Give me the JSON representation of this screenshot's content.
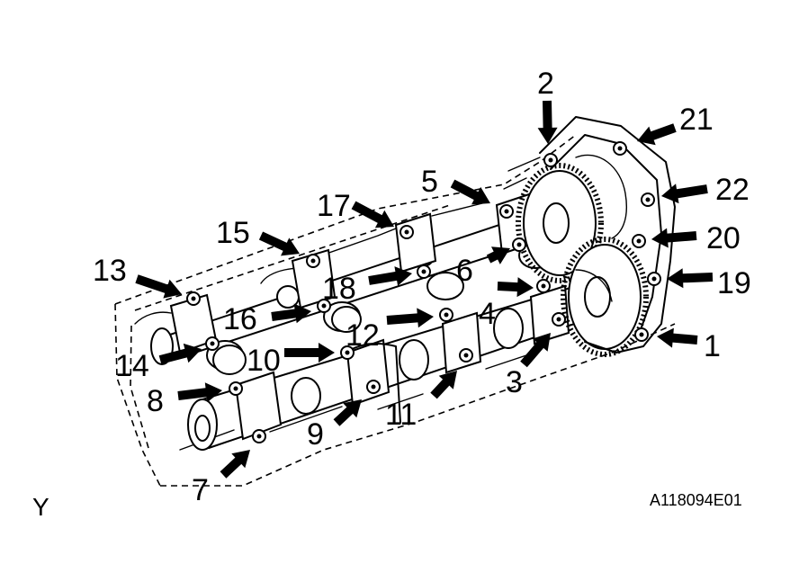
{
  "diagram": {
    "callouts": [
      "1",
      "2",
      "3",
      "4",
      "5",
      "6",
      "7",
      "8",
      "9",
      "10",
      "11",
      "12",
      "13",
      "14",
      "15",
      "16",
      "17",
      "18",
      "19",
      "20",
      "21",
      "22"
    ],
    "view_label": "Y",
    "figure_code": "A118094E01"
  }
}
